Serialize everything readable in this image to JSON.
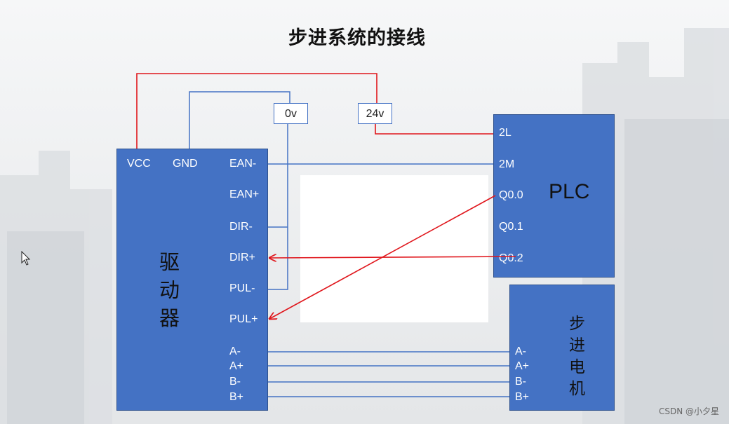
{
  "slide": {
    "title": "步进系统的接线"
  },
  "driver": {
    "name": "驱动器",
    "name_chars": [
      "驱",
      "动",
      "器"
    ],
    "top_terminals": [
      "VCC",
      "GND"
    ],
    "right_terminals": [
      "EAN-",
      "EAN+",
      "DIR-",
      "DIR+",
      "PUL-",
      "PUL+",
      "A-",
      "A+",
      "B-",
      "B+"
    ]
  },
  "plc": {
    "name": "PLC",
    "terminals": [
      "2L",
      "2M",
      "Q0.0",
      "Q0.1",
      "Q0.2"
    ]
  },
  "motor": {
    "name_chars": [
      "步",
      "进",
      "电",
      "机"
    ],
    "terminals": [
      "A-",
      "A+",
      "B-",
      "B+"
    ]
  },
  "supply": {
    "zero_label": "0v",
    "plus_label": "24v"
  },
  "colors": {
    "box_fill": "#4472c4",
    "blue_wire": "#4472c4",
    "red_wire": "#e0161c"
  },
  "watermark": "CSDN @小夕星"
}
